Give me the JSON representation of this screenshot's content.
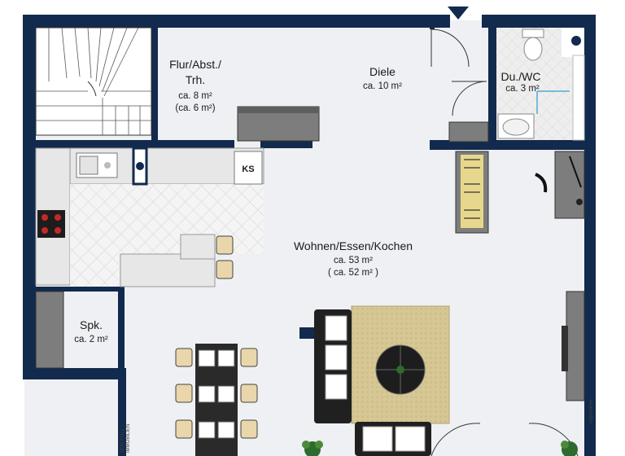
{
  "rooms": {
    "flur": {
      "name_line1": "Flur/Abst./",
      "name_line2": "Trh.",
      "area": "ca. 8 m²",
      "area_alt": "(ca. 6 m²)"
    },
    "diele": {
      "name": "Diele",
      "area": "ca. 10 m²"
    },
    "du_wc": {
      "name": "Du./WC",
      "area": "ca. 3 m²"
    },
    "wohnen": {
      "name": "Wohnen/Essen/Kochen",
      "area": "ca. 53 m²",
      "area_alt": "( ca. 52 m² )"
    },
    "spk": {
      "name": "Spk.",
      "area": "ca. 2 m²"
    }
  },
  "appliance": {
    "ks_label": "KS"
  },
  "watermark": {
    "brand": "VON POLL",
    "brand_sub": "IMMOBILIEN",
    "credit": "mgrundriss"
  },
  "colors": {
    "wall": "#122a4d",
    "floor": "#eef0f4",
    "counter": "#e7e7e7",
    "tile": "#ebe6d8",
    "rug": "#d6c795",
    "sofa": "#202020",
    "cabinet": "#7d7d7d",
    "plant": "#2e6b2e"
  },
  "icons": [
    "entrance-arrow-icon",
    "staircase-icon",
    "toilet-icon",
    "shower-icon",
    "sink-icon",
    "cooktop-icon",
    "door-swing-icon",
    "chair-icon",
    "plant-icon",
    "lamp-icon"
  ]
}
